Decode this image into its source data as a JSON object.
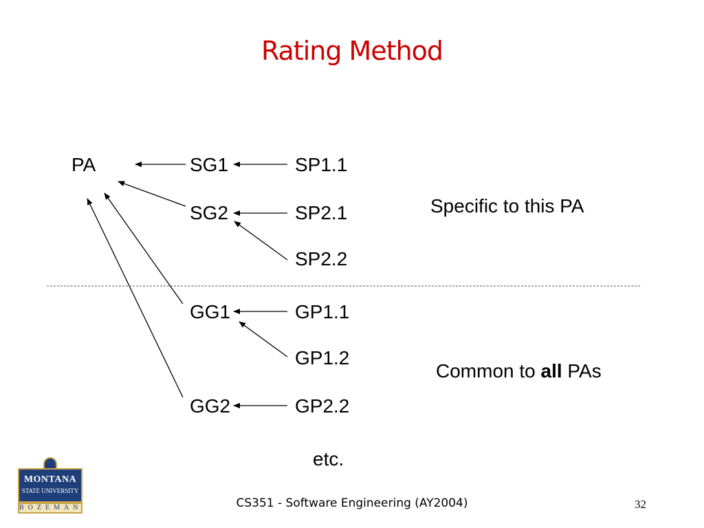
{
  "slide": {
    "title": "Rating Method",
    "nodes": {
      "pa": "PA",
      "sg1": "SG1",
      "sg2": "SG2",
      "sp11": "SP1.1",
      "sp21": "SP2.1",
      "sp22": "SP2.2",
      "gg1": "GG1",
      "gg2": "GG2",
      "gp11": "GP1.1",
      "gp12": "GP1.2",
      "gp22": "GP2.2",
      "etc": "etc."
    },
    "notes": {
      "specific": "Specific to this PA",
      "common_prefix": "Common to ",
      "common_bold": "all",
      "common_suffix": " PAs"
    },
    "colors": {
      "title": "#cc0000",
      "divider": "#555555"
    }
  },
  "footer": {
    "course": "CS351 - Software Engineering (AY2004)",
    "page_number": "32",
    "logo": {
      "line1": "MONTANA",
      "line2": "STATE UNIVERSITY",
      "line3": "BOZEMAN"
    }
  }
}
